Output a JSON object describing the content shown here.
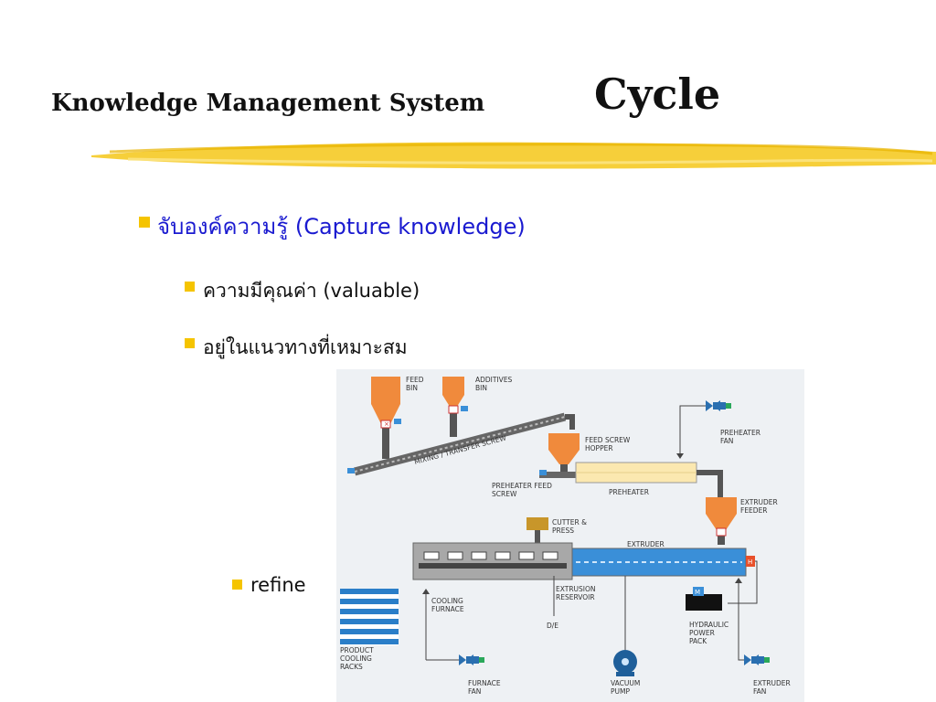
{
  "slide": {
    "title": "Knowledge Management System",
    "title_emphasis": "Cycle",
    "bullets": {
      "capture": "จับองค์ความรู้ (Capture knowledge)",
      "valuable": "ความมีคุณค่า (valuable)",
      "appropriate": "อยู่ในแนวทางที่เหมาะสม",
      "refine": "refine"
    }
  },
  "diagram": {
    "labels": {
      "feed_bin_1": "FEED",
      "feed_bin_2": "BIN",
      "additives_1": "ADDITIVES",
      "additives_2": "BIN",
      "mixing": "MIXING / TRANSFER SCREW",
      "feed_hopper_1": "FEED SCREW",
      "feed_hopper_2": "HOPPER",
      "preheater_fan_1": "PREHEATER",
      "preheater_fan_2": "FAN",
      "preheater_feed_1": "PREHEATER FEED",
      "preheater_feed_2": "SCREW",
      "preheater": "PREHEATER",
      "extruder_feeder_1": "EXTRUDER",
      "extruder_feeder_2": "FEEDER",
      "cutter_1": "CUTTER &",
      "cutter_2": "PRESS",
      "extruder": "EXTRUDER",
      "extrusion_1": "EXTRUSION",
      "extrusion_2": "RESERVOIR",
      "cooling_1": "COOLING",
      "cooling_2": "FURNACE",
      "de": "D/E",
      "hydraulic_1": "HYDRAULIC",
      "hydraulic_2": "POWER",
      "hydraulic_3": "PACK",
      "product_1": "PRODUCT",
      "product_2": "COOLING",
      "product_3": "RACKS",
      "furnace_fan_1": "FURNACE",
      "furnace_fan_2": "FAN",
      "vacuum_1": "VACUUM",
      "vacuum_2": "PUMP",
      "extruder_fan_1": "EXTRUDER",
      "extruder_fan_2": "FAN",
      "hydraulic_badge": "M",
      "heater_badge": "H"
    }
  },
  "colors": {
    "bullet": "#f5c400",
    "capture_text": "#1a1ad0",
    "hopper": "#f08a3c",
    "extruder": "#3a8fd8",
    "rack": "#2a7ec8",
    "fan": "#2a6fb0",
    "motor": "#2aa85a",
    "cutter": "#c8962a",
    "preheater": "#fbe8b0"
  }
}
